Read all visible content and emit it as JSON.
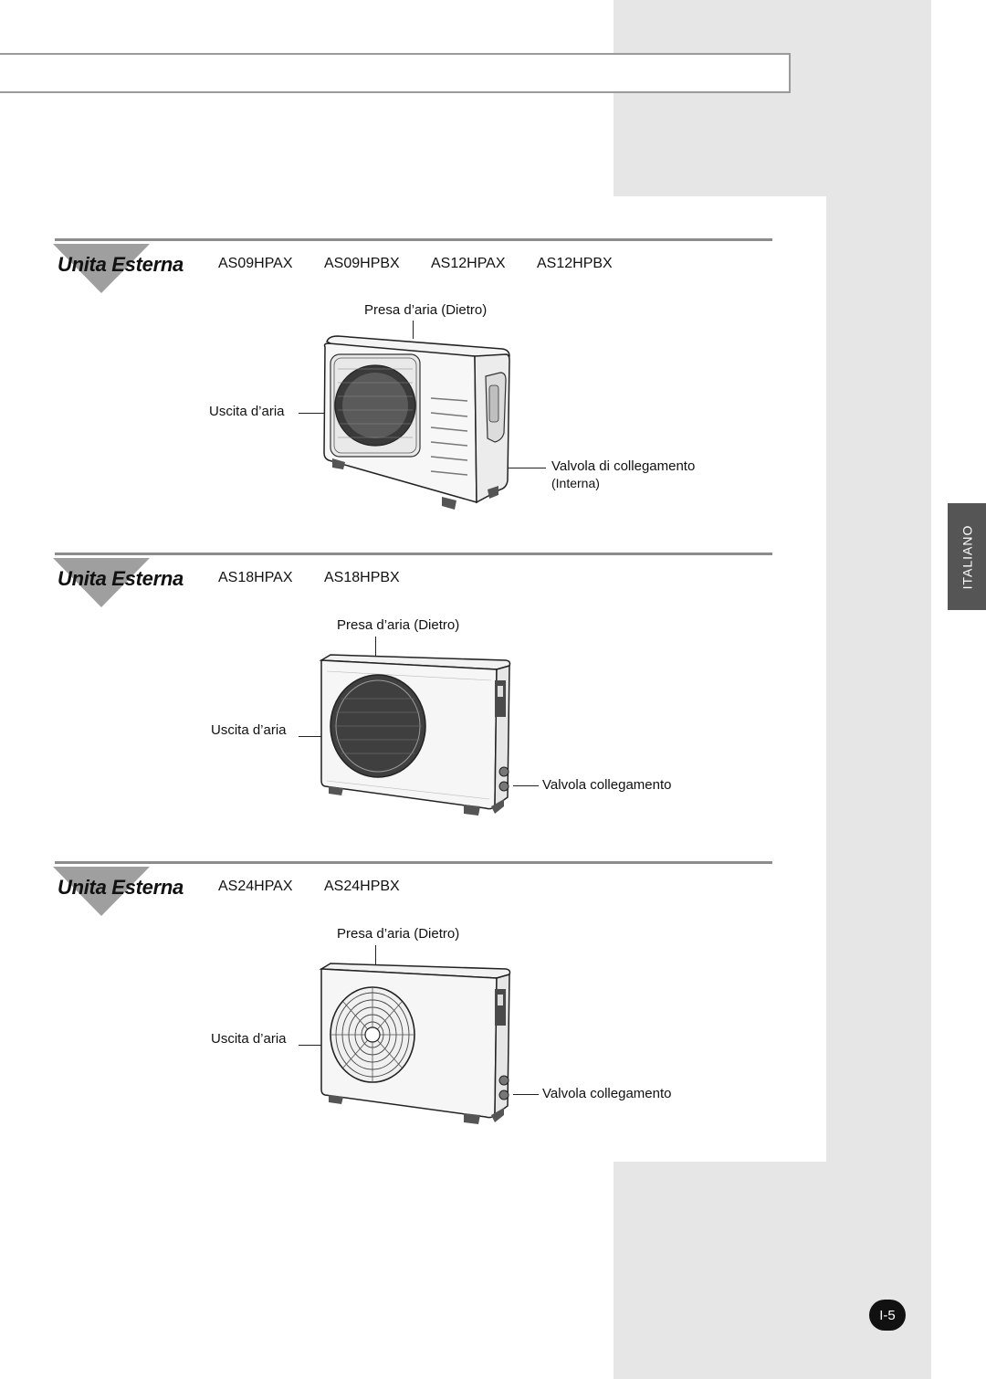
{
  "language_tab": "ITALIANO",
  "page_number": "I-5",
  "sections": [
    {
      "title": "Unita Esterna",
      "models": [
        "AS09HPAX",
        "AS09HPBX",
        "AS12HPAX",
        "AS12HPBX"
      ],
      "labels": {
        "air_intake": "Presa d’aria (Dietro)",
        "air_outlet": "Uscita d’aria",
        "valve": "Valvola di collegamento",
        "valve_note": "(Interna)"
      }
    },
    {
      "title": "Unita Esterna",
      "models": [
        "AS18HPAX",
        "AS18HPBX"
      ],
      "labels": {
        "air_intake": "Presa d’aria (Dietro)",
        "air_outlet": "Uscita d’aria",
        "valve": "Valvola collegamento"
      }
    },
    {
      "title": "Unita Esterna",
      "models": [
        "AS24HPAX",
        "AS24HPBX"
      ],
      "labels": {
        "air_intake": "Presa d’aria (Dietro)",
        "air_outlet": "Uscita d’aria",
        "valve": "Valvola collegamento"
      }
    }
  ]
}
